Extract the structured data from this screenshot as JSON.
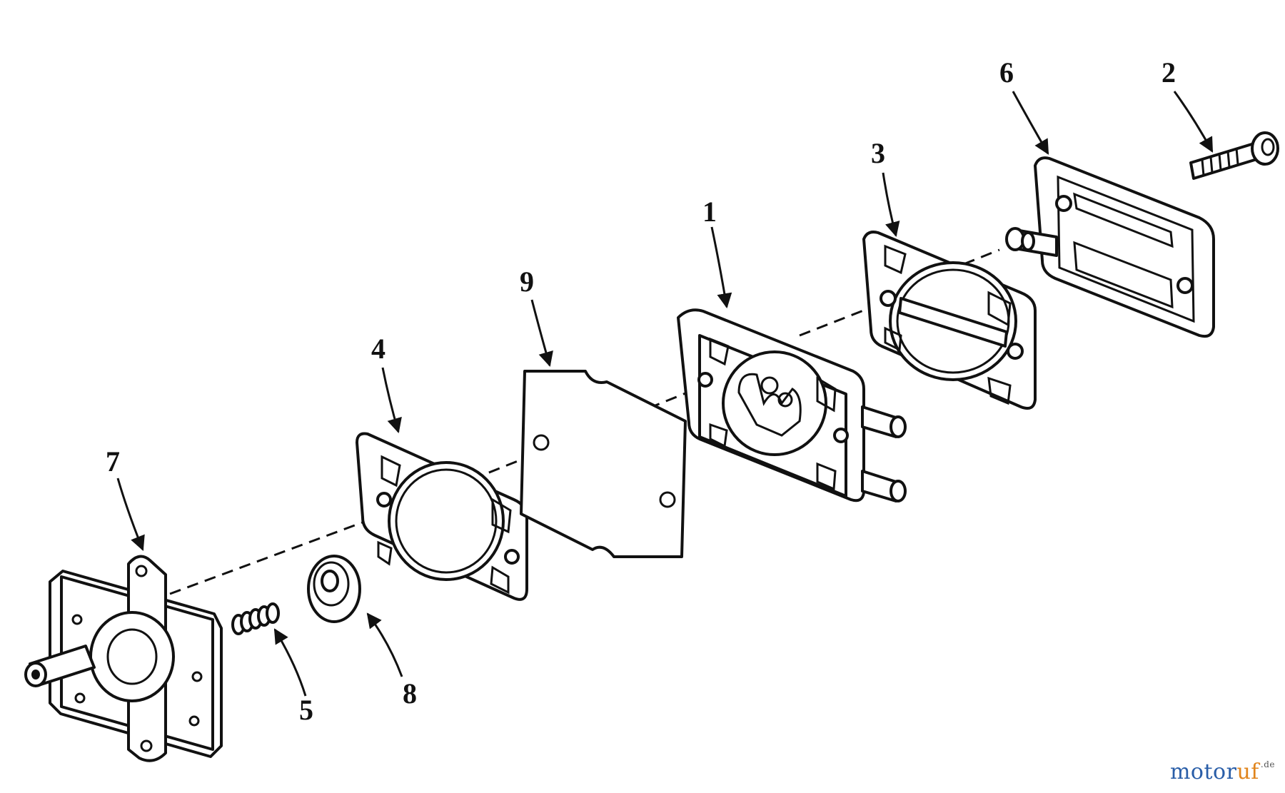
{
  "callouts": {
    "p1": "1",
    "p2": "2",
    "p3": "3",
    "p4": "4",
    "p5": "5",
    "p6": "6",
    "p7": "7",
    "p8": "8",
    "p9": "9"
  },
  "watermark": {
    "brand_a": "motor",
    "brand_b": "uf",
    "suffix": ".de"
  },
  "colors": {
    "line": "#111111",
    "watermark_blue": "#2a5ea8",
    "watermark_orange": "#e0841c"
  }
}
